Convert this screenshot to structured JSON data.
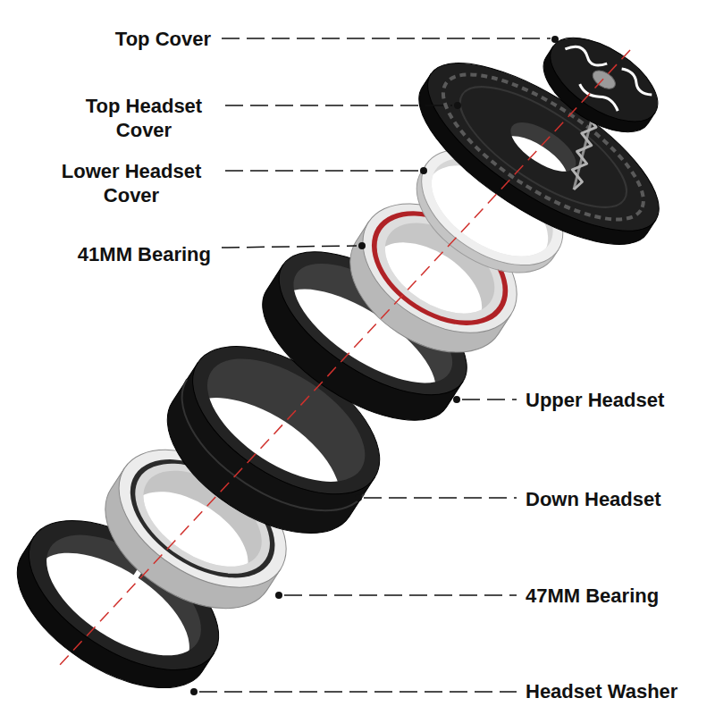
{
  "diagram": {
    "labels": [
      "Top Cover",
      "Top Headset Cover",
      "Lower Headset Cover",
      "41MM Bearing",
      "Upper Headset",
      "Down Headset",
      "47MM Bearing",
      "Headset Washer"
    ]
  }
}
